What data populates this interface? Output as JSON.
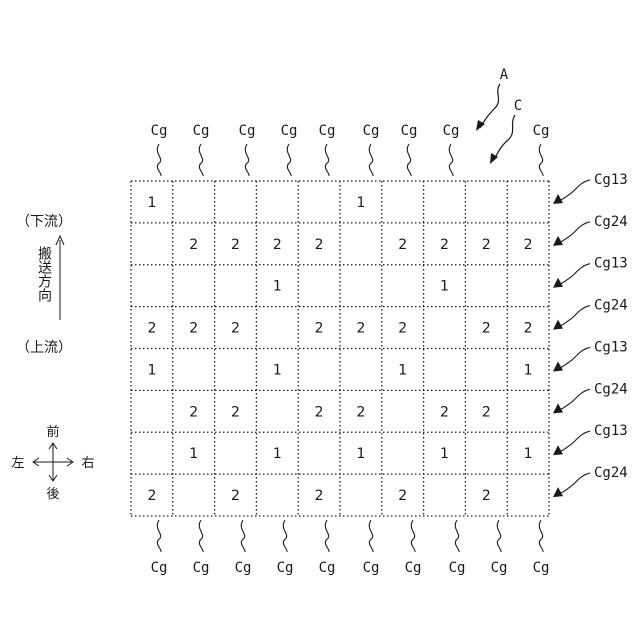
{
  "colors": {
    "ink": "#1a1a1a",
    "background": "#ffffff"
  },
  "annotations": {
    "arrow_a": "A",
    "arrow_c": "C"
  },
  "column_label": "Cg",
  "row_labels": [
    "Cg13",
    "Cg24",
    "Cg13",
    "Cg24",
    "Cg13",
    "Cg24",
    "Cg13",
    "Cg24"
  ],
  "grid": {
    "rows": 8,
    "cols": 10,
    "cells": [
      [
        "1",
        "",
        "",
        "",
        "",
        "1",
        "",
        "",
        "",
        ""
      ],
      [
        "",
        "2",
        "2",
        "2",
        "2",
        "",
        "2",
        "2",
        "2",
        "2"
      ],
      [
        "",
        "",
        "",
        "1",
        "",
        "",
        "",
        "1",
        "",
        ""
      ],
      [
        "2",
        "2",
        "2",
        "",
        "2",
        "2",
        "2",
        "",
        "2",
        "2"
      ],
      [
        "1",
        "",
        "",
        "1",
        "",
        "",
        "1",
        "",
        "",
        "1"
      ],
      [
        "",
        "2",
        "2",
        "",
        "2",
        "2",
        "",
        "2",
        "2",
        ""
      ],
      [
        "",
        "1",
        "",
        "1",
        "",
        "1",
        "",
        "1",
        "",
        "1"
      ],
      [
        "2",
        "",
        "2",
        "",
        "2",
        "",
        "2",
        "",
        "2",
        ""
      ]
    ]
  },
  "direction": {
    "downstream": "（下流）",
    "upstream": "（上流）",
    "conveying_direction": "搬送方向"
  },
  "compass": {
    "front": "前",
    "back": "後",
    "left": "左",
    "right": "右"
  }
}
